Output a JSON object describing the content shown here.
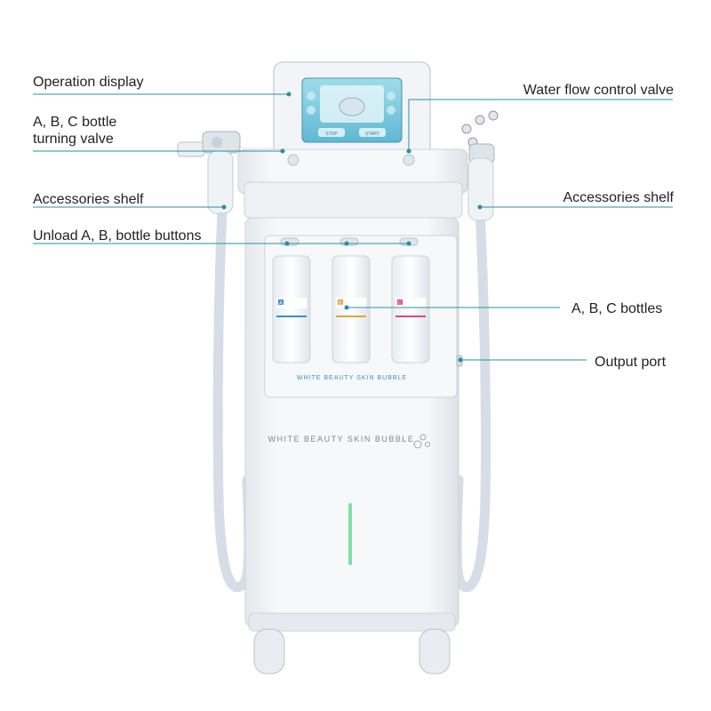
{
  "labels": {
    "operation_display": "Operation display",
    "bottle_valve_line1": "A, B, C bottle",
    "bottle_valve_line2": "turning valve",
    "accessories_shelf_left": "Accessories shelf",
    "unload_buttons": "Unload A, B, bottle buttons",
    "water_flow_valve": "Water flow control valve",
    "accessories_shelf_right": "Accessories shelf",
    "abc_bottles": "A, B, C bottles",
    "output_port": "Output port"
  },
  "machine": {
    "window_brand": "WHITE BEAUTY SKIN BUBBLE",
    "body_brand": "WHITE BEAUTY SKIN BUBBLE",
    "screen_stop": "STOP",
    "screen_start": "START",
    "bottle_a": "A",
    "bottle_b": "B",
    "bottle_c": "C"
  },
  "colors": {
    "leader_line": "#2a8fa0",
    "screen": "#7ecde0",
    "bottle_a": "#3a8fd0",
    "bottle_b": "#e8a040",
    "bottle_c": "#d84a8a",
    "indicator": "#7fe0a0"
  }
}
